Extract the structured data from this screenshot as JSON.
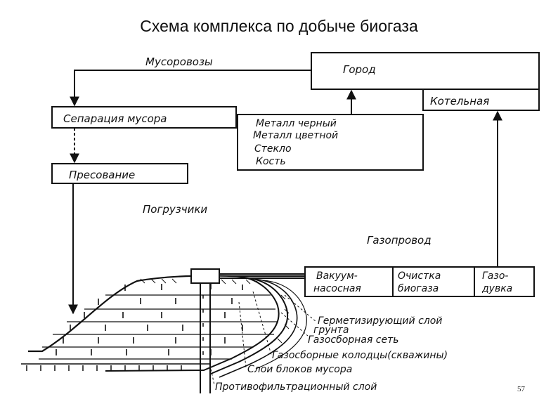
{
  "title": "Схема комплекса по добыче биогаза",
  "page_number": "57",
  "diagram": {
    "boxes": {
      "city": "Город",
      "boiler": "Котельная",
      "separation": "Сепарация мусора",
      "materials": [
        "Металл черный",
        "Металл цветной",
        "Стекло",
        "Кость"
      ],
      "pressing": "Пресование",
      "vacuum": [
        "Вакуум-",
        "насосная"
      ],
      "purification": [
        "Очистка",
        "биогаза"
      ],
      "gas_blower": [
        "Газо-",
        "дувка"
      ]
    },
    "flow_labels": {
      "garbage_trucks": "Мусоровозы",
      "loaders": "Погрузчики",
      "gas_pipeline": "Газопровод"
    },
    "layer_labels": {
      "sealing_line1": "Герметизирующий слой",
      "sealing_line2": "грунта",
      "gas_network": "Газосборная сеть",
      "gas_wells": "Газосборные колодцы(скважины)",
      "waste_blocks": "Слои блоков мусора",
      "anti_filtration": "Противофильтрационный слой"
    }
  }
}
